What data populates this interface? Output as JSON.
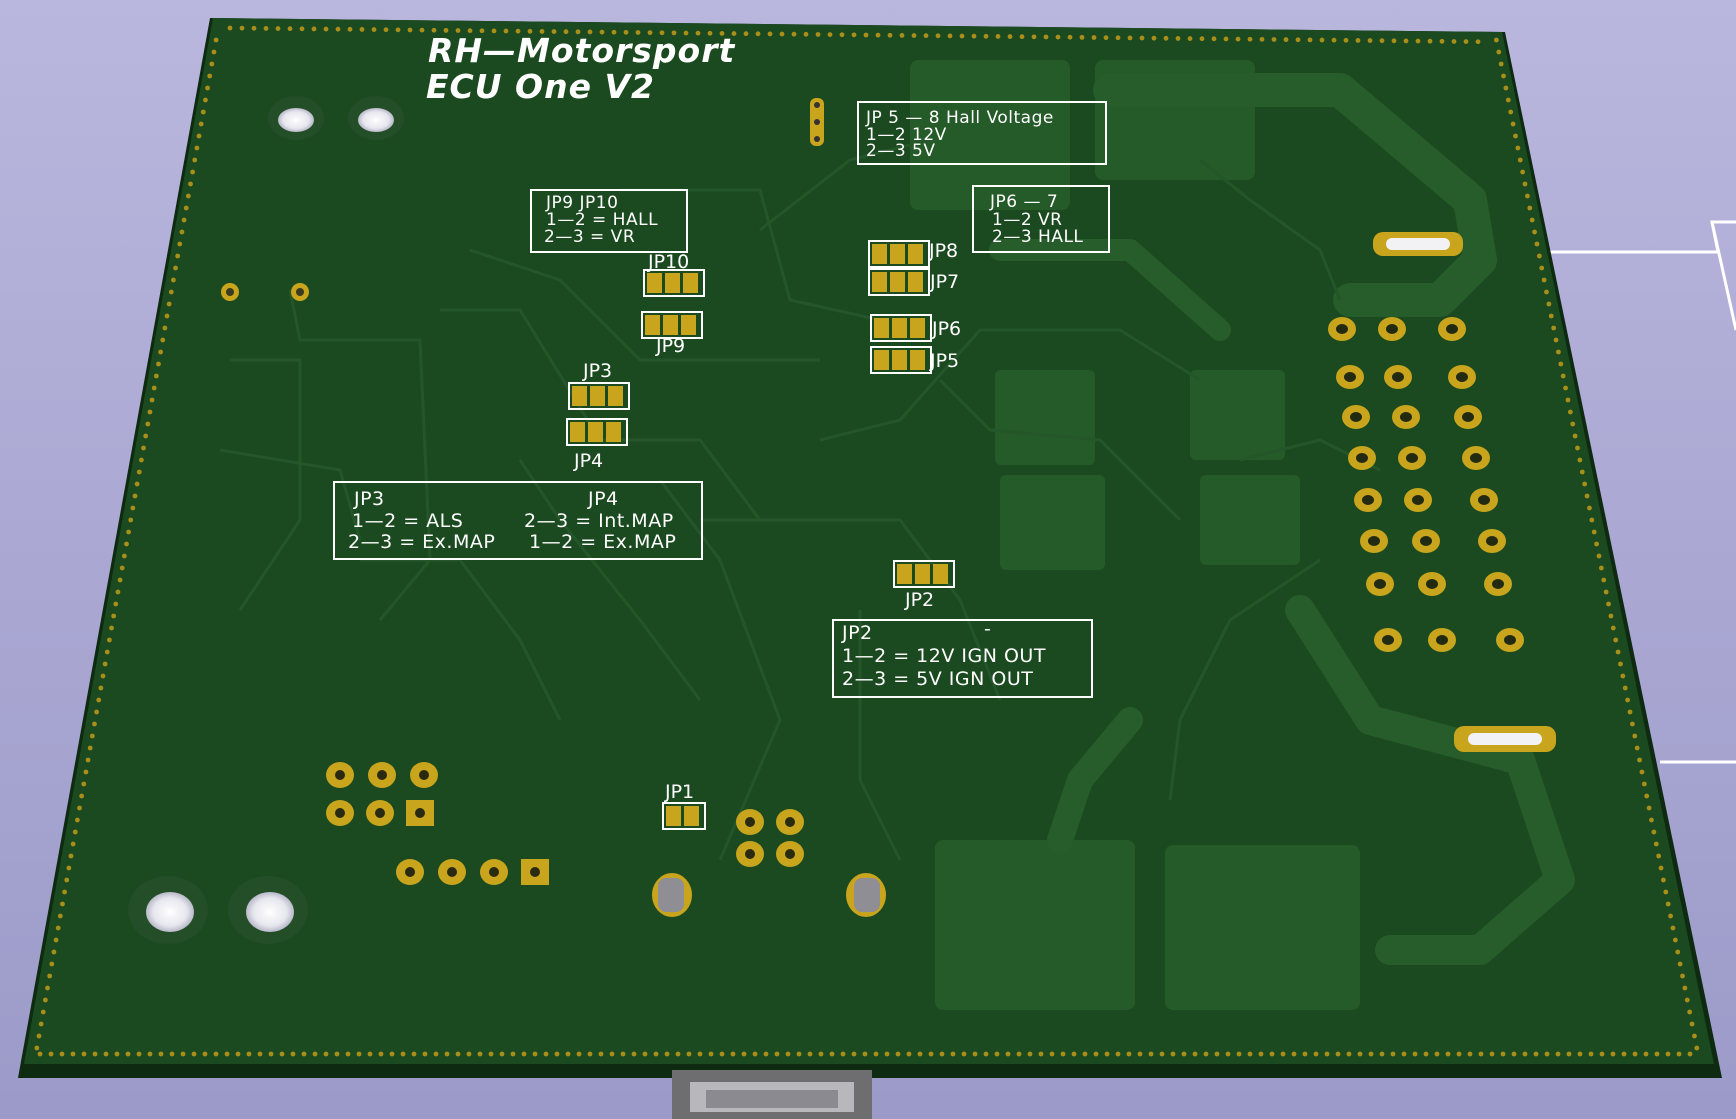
{
  "board": {
    "title_line1": "RH—Motorsport",
    "title_line2": "ECU  One  V2",
    "colors": {
      "background": "#a9a7d2",
      "board_edge": "#0e2a10",
      "soldermask": "#1c4a20",
      "soldermask_trace": "#25592a",
      "copper_pad": "#c8a51c",
      "silkscreen": "#ffffff"
    }
  },
  "notes": {
    "hall_voltage": {
      "line1": "JP 5 — 8 Hall Voltage",
      "line2": "1—2 12V",
      "line3": "2—3  5V"
    },
    "jp9_jp10": {
      "line1": "JP9   JP10",
      "line2": "1—2  =  HALL",
      "line3": "2—3  =  VR"
    },
    "jp6_7": {
      "line1": "JP6 — 7",
      "line2": "1—2 VR",
      "line3": "2—3 HALL"
    },
    "jp3_jp4": {
      "h1": "JP3",
      "h2": "JP4",
      "r1a": "1—2  =  ALS",
      "r1b": "2—3  =  Int.MAP",
      "r2a": "2—3  =  Ex.MAP",
      "r2b": "1—2  =  Ex.MAP"
    },
    "jp2": {
      "line1": "JP2",
      "dash": "-",
      "line2": "1—2  =  12V  IGN  OUT",
      "line3": "2—3  =  5V    IGN  OUT"
    }
  },
  "jumpers": {
    "jp1": "JP1",
    "jp2": "JP2",
    "jp3": "JP3",
    "jp4": "JP4",
    "jp5": "JP5",
    "jp6": "JP6",
    "jp7": "JP7",
    "jp8": "JP8",
    "jp9": "JP9",
    "jp10": "JP10"
  }
}
